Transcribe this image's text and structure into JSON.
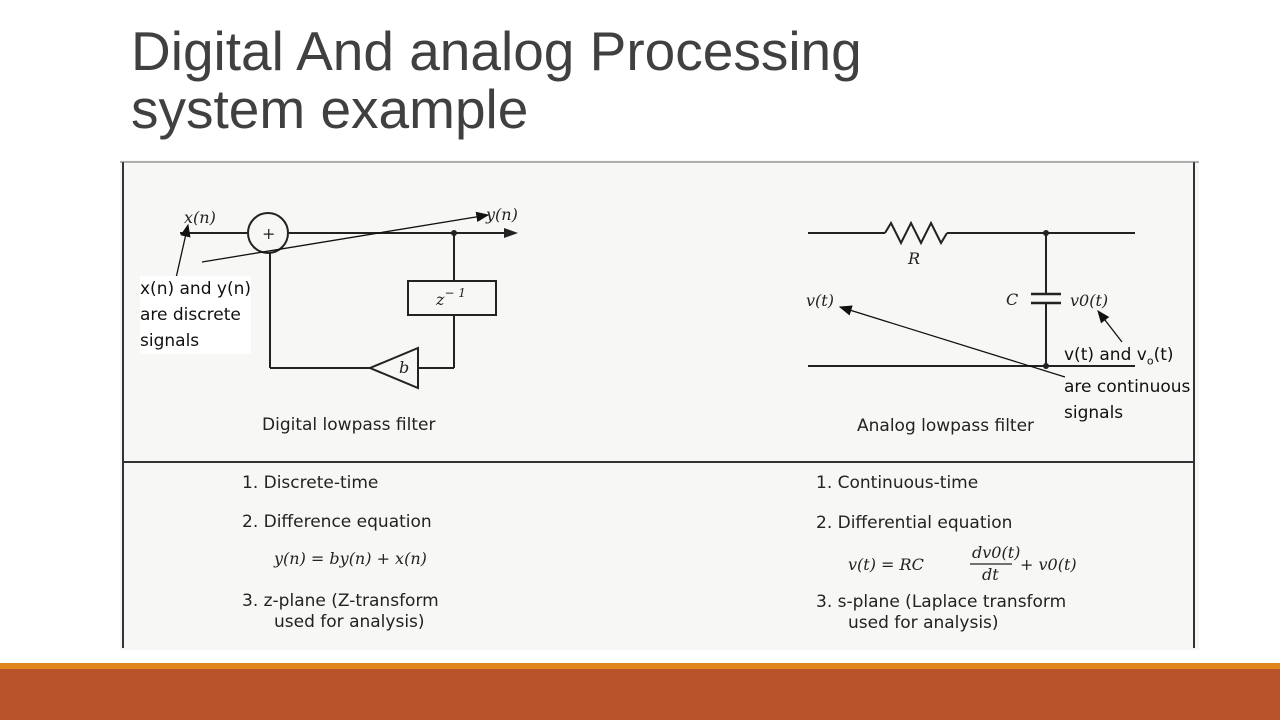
{
  "slide": {
    "title_line1": "Digital And analog Processing",
    "title_line2": "system example"
  },
  "digital": {
    "input_label": "x(n)",
    "output_label": "y(n)",
    "adder_symbol": "+",
    "delay_label": "z",
    "delay_exp": "− 1",
    "gain_label": "b",
    "caption": "Digital lowpass filter",
    "items": [
      "1.  Discrete-time",
      "2.  Difference equation",
      "3.  z-plane (Z-transform"
    ],
    "equation": "y(n)  =  by(n)  +  x(n)",
    "item3_line2": "used for analysis)"
  },
  "analog": {
    "resistor_label": "R",
    "capacitor_label": "C",
    "input_label": "v(t)",
    "output_label": "v0(t)",
    "caption": "Analog lowpass filter",
    "items": [
      "1.  Continuous-time",
      "2.  Differential equation",
      "3.  s-plane (Laplace transform"
    ],
    "equation_lhs": "v(t)  =  RC",
    "equation_num": "dv0(t)",
    "equation_den": "dt",
    "equation_rhs": "+  v0(t)",
    "item3_line2": "used for analysis)"
  },
  "notes": {
    "discrete": [
      "x(n) and y(n)",
      "are discrete",
      "signals"
    ],
    "continuous_line1_a": "v(t) and v",
    "continuous_line1_sub": "o",
    "continuous_line1_b": "(t)",
    "continuous_line2": "are continuous",
    "continuous_line3": "signals"
  }
}
